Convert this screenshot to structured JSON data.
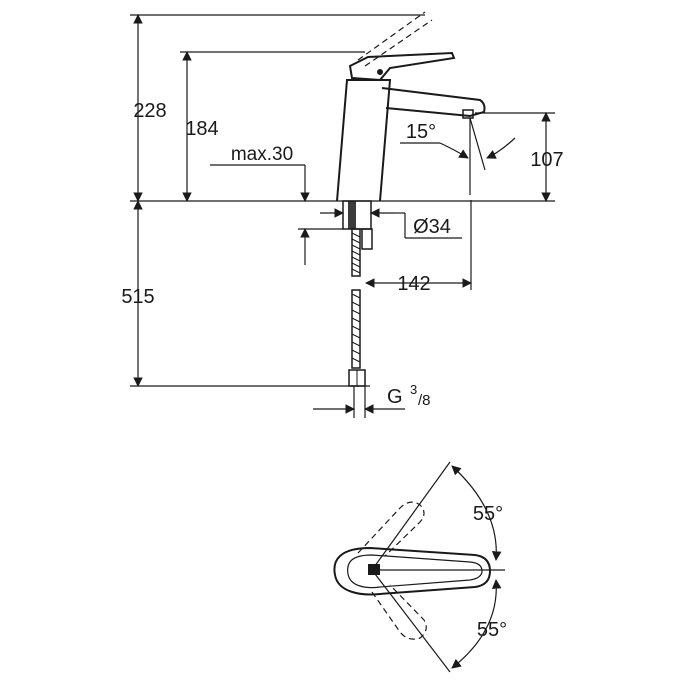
{
  "dimensions": {
    "total_height": "228",
    "spout_height": "184",
    "deck_thickness": "max.30",
    "spout_angle": "15°",
    "outlet_height": "107",
    "hole_diameter": "Ø34",
    "projection": "142",
    "hose_length": "515",
    "thread_prefix": "G",
    "thread_num": "3",
    "thread_den": "/8"
  },
  "handle_angles": {
    "upper": "55°",
    "lower": "55°"
  }
}
